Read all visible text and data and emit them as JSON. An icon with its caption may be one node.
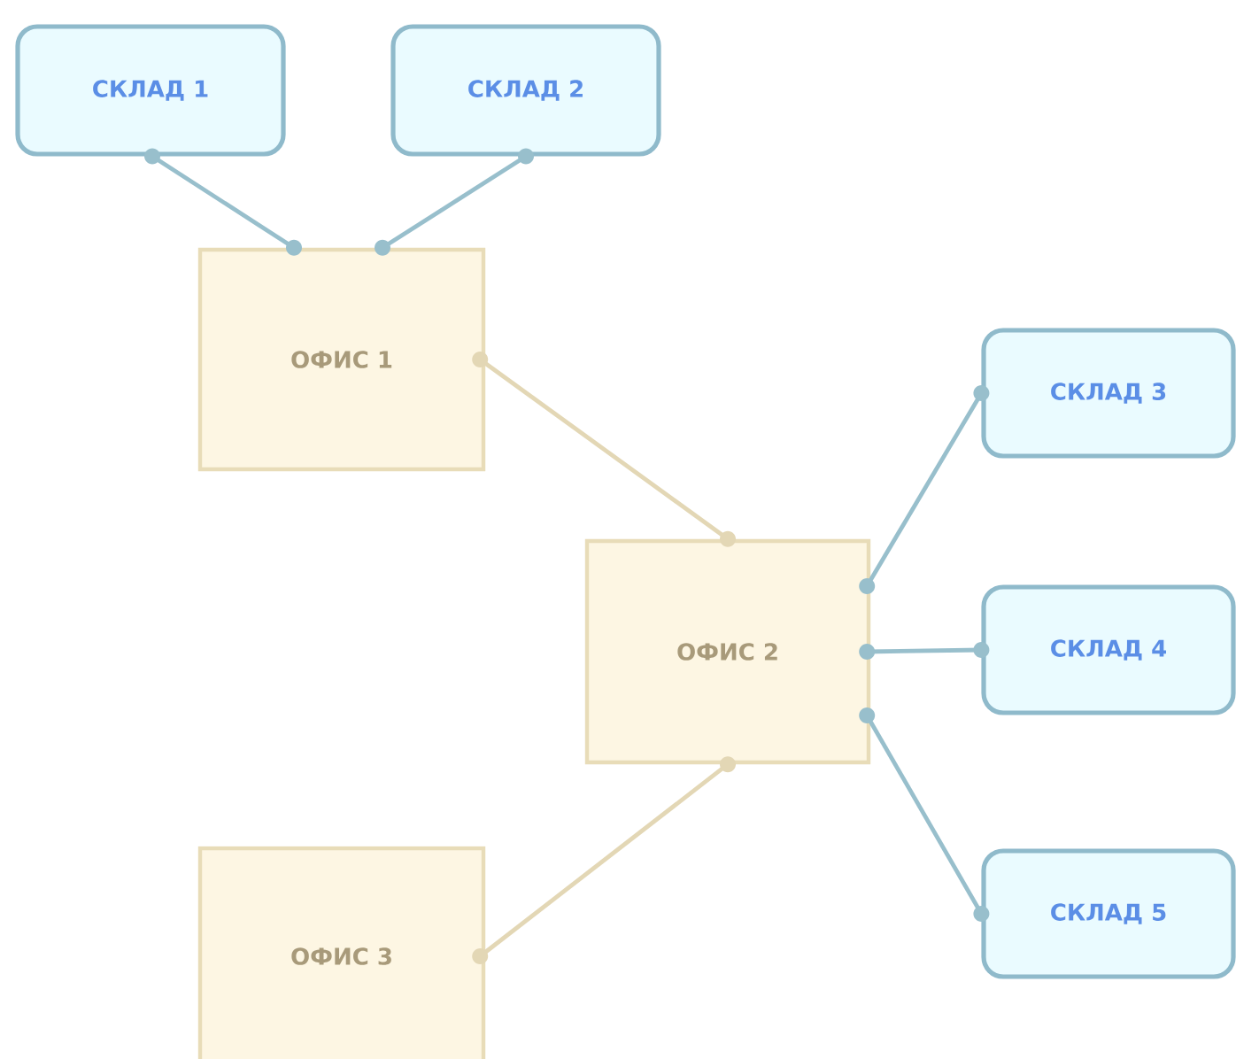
{
  "diagram": {
    "nodes": [
      {
        "text": [
          "СКЛАД 1"
        ]
      },
      {
        "text": [
          "СКЛАД 2"
        ]
      },
      {
        "text": [
          "ОФИС 1"
        ]
      },
      {
        "text": [
          "СКЛАД 3"
        ]
      },
      {
        "text": [
          "ОФИС 2"
        ]
      },
      {
        "text": [
          "СКЛАД 4"
        ]
      },
      {
        "text": [
          "СКЛАД 5"
        ]
      },
      {
        "text": [
          "ОФИС 3"
        ]
      }
    ],
    "edges": [
      {
        "from": 0,
        "to": 2,
        "arrow": "other"
      },
      {
        "from": 1,
        "to": 2,
        "arrow": "other"
      },
      {
        "from": 2,
        "to": 4,
        "arrow": "other",
        "color": "#e3d7b5"
      },
      {
        "from": 4,
        "to": 3,
        "arrow": "other"
      },
      {
        "from": 4,
        "to": 5,
        "arrow": "other"
      },
      {
        "from": 4,
        "to": 6,
        "arrow": "other"
      },
      {
        "from": 7,
        "to": 4,
        "arrow": "other",
        "color": "#e3d7b5"
      }
    ]
  }
}
